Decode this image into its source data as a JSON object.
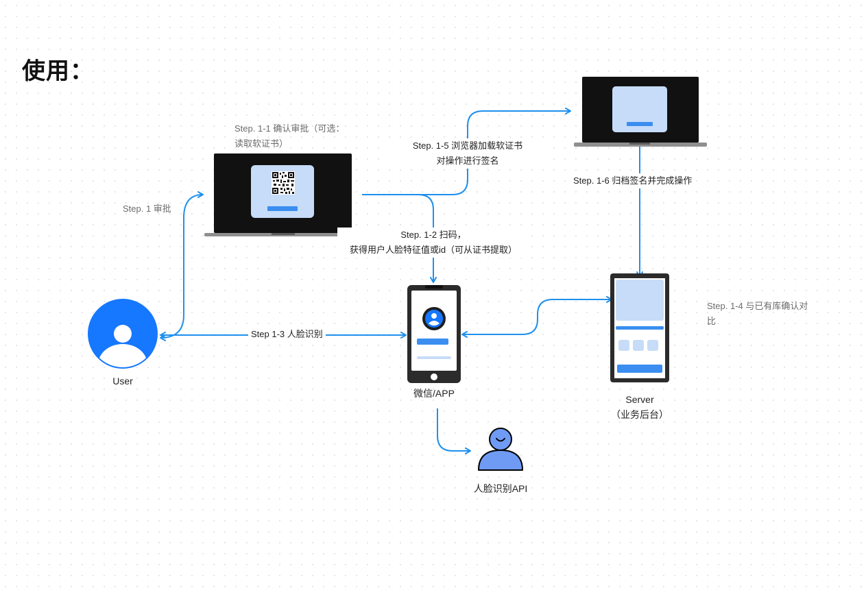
{
  "title": "使用：",
  "nodes": {
    "user": {
      "label": "User",
      "icon": "user-avatar-icon"
    },
    "laptop_left": {
      "icon": "laptop-qr-icon"
    },
    "laptop_right": {
      "icon": "laptop-icon"
    },
    "phone": {
      "label": "微信/APP",
      "icon": "phone-icon"
    },
    "server": {
      "label_line1": "Server",
      "label_line2": "（业务后台）",
      "icon": "server-phone-icon"
    },
    "face_api": {
      "label": "人脸识别API",
      "icon": "person-icon"
    }
  },
  "steps": {
    "s1": "Step. 1 审批",
    "s1_1_line1": "Step. 1-1 确认审批（可选：",
    "s1_1_line2": "读取软证书）",
    "s1_2_line1": "Step. 1-2 扫码，",
    "s1_2_line2": "获得用户人脸特征值或id（可从证书提取）",
    "s1_3": "Step 1-3 人脸识别",
    "s1_4_line1": "Step. 1-4 与已有库确认对",
    "s1_4_line2": "比",
    "s1_5_line1": "Step. 1-5 浏览器加载软证书",
    "s1_5_line2": "对操作进行签名",
    "s1_6": "Step. 1-6 归档签名并完成操作"
  },
  "colors": {
    "arrow": "#1e90ee",
    "user_blue": "#1677ff",
    "screen_light": "#c6dcf8",
    "button_blue": "#3b8ef0",
    "laptop_frame": "#111111",
    "face_api_fill": "#6f9bf4"
  }
}
